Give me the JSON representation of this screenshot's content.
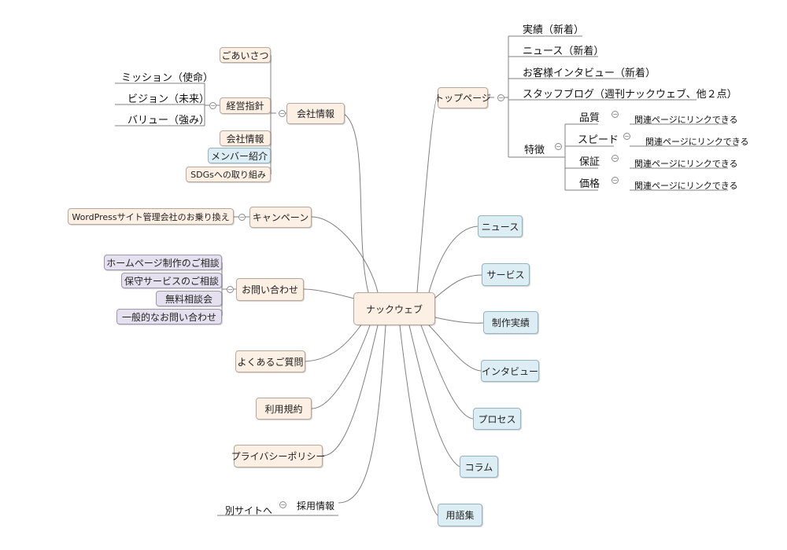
{
  "center": "ナックウェブ",
  "top_page": {
    "label": "トップページ",
    "items": [
      "実績（新着）",
      "ニュース（新着）",
      "お客様インタビュー（新着）",
      "スタッフブログ（週刊ナックウェブ、他２点）"
    ],
    "features": {
      "label": "特徴",
      "items": [
        {
          "label": "品質",
          "note": "関連ページにリンクできる"
        },
        {
          "label": "スピード",
          "note": "関連ページにリンクできる"
        },
        {
          "label": "保証",
          "note": "関連ページにリンクできる"
        },
        {
          "label": "価格",
          "note": "関連ページにリンクできる"
        }
      ]
    }
  },
  "right_nodes": [
    "ニュース",
    "サービス",
    "制作実績",
    "インタビュー",
    "プロセス",
    "コラム",
    "用語集"
  ],
  "company": {
    "label": "会社情報",
    "greeting": "ごあいさつ",
    "policy": {
      "label": "経営指針",
      "items": [
        "ミッション（使命）",
        "ビジョン（未来）",
        "バリュー（強み）"
      ]
    },
    "info": "会社情報",
    "members": "メンバー紹介",
    "sdgs": "SDGsへの取り組み"
  },
  "campaign": {
    "label": "キャンペーン",
    "child": "WordPressサイト管理会社のお乗り換え"
  },
  "inquiry": {
    "label": "お問い合わせ",
    "items": [
      "ホームページ制作のご相談",
      "保守サービスのご相談",
      "無料相談会",
      "一般的なお問い合わせ"
    ]
  },
  "faq": "よくあるご質問",
  "terms": "利用規約",
  "privacy": "プライバシーポリシー",
  "recruit": {
    "label": "採用情報",
    "note": "別サイトへ"
  },
  "colors": {
    "orange_node": "#fcefe3",
    "blue_node": "#dcedf4",
    "lavender_node": "#e4e0ee",
    "line": "#808080"
  }
}
